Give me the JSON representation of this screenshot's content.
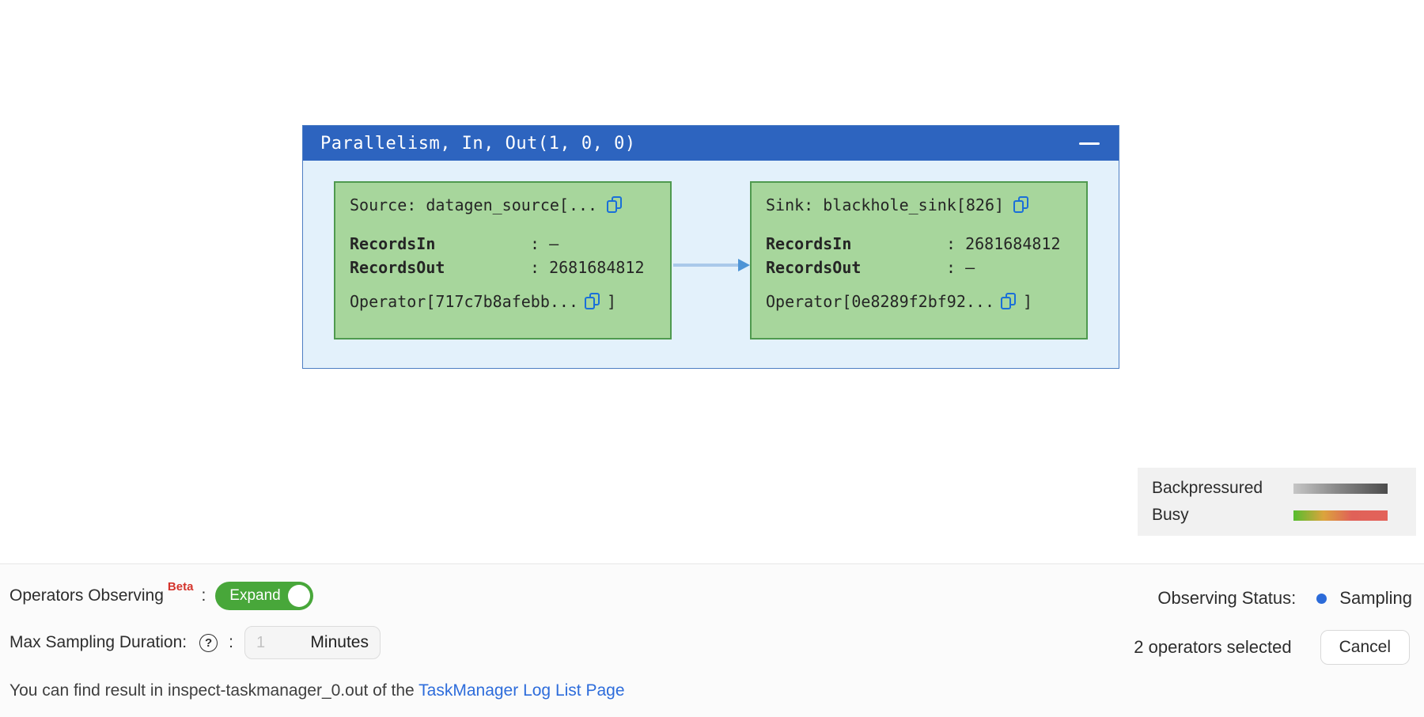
{
  "colors": {
    "header_blue": "#2d64bf",
    "panel_border": "#4d7ec3",
    "panel_bg": "#e3f1fb",
    "node_green": "#a7d69c",
    "node_border": "#4f9a4f",
    "copy_blue": "#1a6fd9",
    "arrow_line": "#a9c9ea",
    "arrow_head": "#4e94d6",
    "legend_bg": "#f1f1f1",
    "toggle_green": "#48a73a",
    "beta_red": "#d4342c",
    "status_blue": "#2c6bd9",
    "link_blue": "#2d6cdb"
  },
  "graph_panel": {
    "title": "Parallelism, In, Out(1, 0, 0)",
    "nodes": [
      {
        "name": "Source: datagen_source[...",
        "rows": [
          {
            "label": "RecordsIn",
            "value": ": –"
          },
          {
            "label": "RecordsOut",
            "value": ": 2681684812"
          }
        ],
        "operator": "Operator[717c7b8afebb...",
        "operator_close": "]"
      },
      {
        "name": "Sink: blackhole_sink[826]",
        "rows": [
          {
            "label": "RecordsIn",
            "value": ": 2681684812"
          },
          {
            "label": "RecordsOut",
            "value": ": –"
          }
        ],
        "operator": "Operator[0e8289f2bf92...",
        "operator_close": "]"
      }
    ]
  },
  "legend": {
    "backpressured_label": "Backpressured",
    "busy_label": "Busy"
  },
  "footer": {
    "observing_label": "Operators Observing",
    "beta_badge": "Beta",
    "observing_colon": ":",
    "toggle_label": "Expand",
    "status_label": "Observing Status:",
    "status_value": "Sampling",
    "sampling_label": "Max Sampling Duration:",
    "help_glyph": "?",
    "sampling_colon": ":",
    "duration_placeholder": "1",
    "duration_unit": "Minutes",
    "selected_text": "2 operators selected",
    "cancel_label": "Cancel",
    "result_text": "You can find result in inspect-taskmanager_0.out of the ",
    "result_link": "TaskManager Log List Page"
  }
}
